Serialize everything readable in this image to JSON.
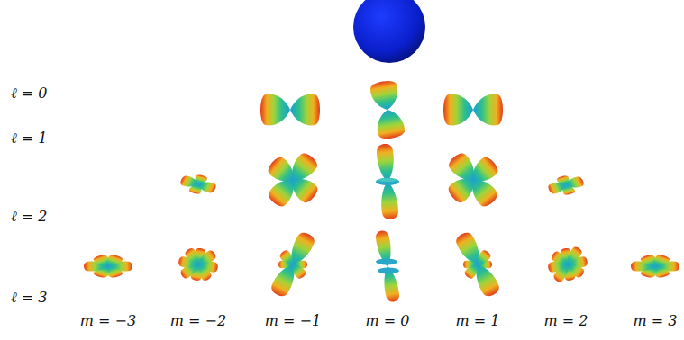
{
  "diagram": {
    "labels": [
      "ℓ = 0",
      "ℓ = 1",
      "ℓ = 2",
      "ℓ = 3",
      "m = −3",
      "m = −2",
      "m = −1",
      "m = 0",
      "m = 1",
      "m = 2",
      "m = 3"
    ]
  }
}
